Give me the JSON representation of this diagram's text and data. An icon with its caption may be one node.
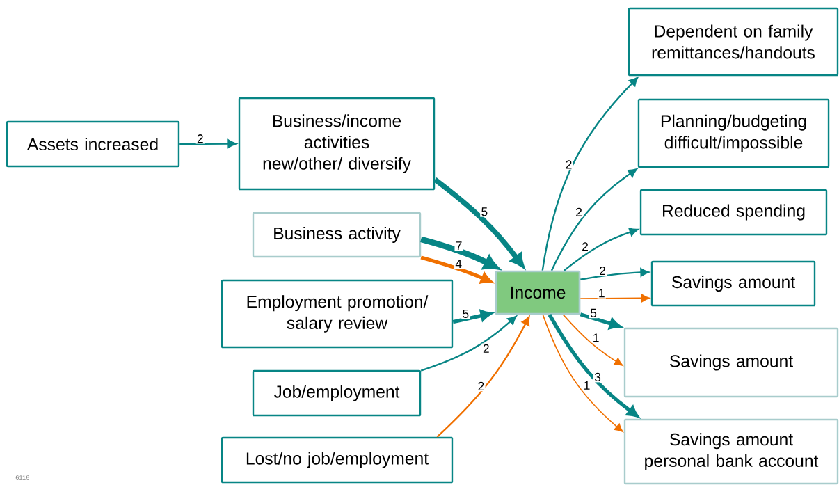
{
  "diagram": {
    "nodes": [
      {
        "text": [
          "Assets increased"
        ]
      },
      {
        "text": [
          "Business/income activities new/other/ diversify"
        ]
      },
      {
        "text": [
          "Business activity"
        ]
      },
      {
        "text": [
          "Employment promotion/ salary review"
        ]
      },
      {
        "text": [
          "Job/employment"
        ]
      },
      {
        "text": [
          "Lost/no job/employment"
        ]
      },
      {
        "text": [
          "Income"
        ]
      },
      {
        "text": [
          "Dependent on family remittances/handouts"
        ]
      },
      {
        "text": [
          "Planning/budgeting difficult/impossible"
        ]
      },
      {
        "text": [
          "Reduced spending"
        ]
      },
      {
        "text": [
          "Savings amount"
        ]
      },
      {
        "text": [
          "Savings amount"
        ]
      },
      {
        "text": [
          "Savings amount personal bank account"
        ]
      }
    ],
    "edges": [
      {
        "from": 0,
        "to": 1,
        "arrow": "to",
        "label": "2"
      },
      {
        "from": 1,
        "to": 6,
        "arrow": "to",
        "label": "5",
        "style": "thick"
      },
      {
        "from": 2,
        "to": 6,
        "arrow": "to",
        "label": "7",
        "style": "thick"
      },
      {
        "from": 2,
        "to": 6,
        "arrow": "to",
        "label": "4",
        "style": "thick",
        "color": "#f07000"
      },
      {
        "from": 3,
        "to": 6,
        "arrow": "to",
        "label": "5",
        "style": "thick"
      },
      {
        "from": 4,
        "to": 6,
        "arrow": "to",
        "label": "2"
      },
      {
        "from": 5,
        "to": 6,
        "arrow": "to",
        "label": "2",
        "color": "#f07000"
      },
      {
        "from": 6,
        "to": 7,
        "arrow": "to",
        "label": "2"
      },
      {
        "from": 6,
        "to": 8,
        "arrow": "to",
        "label": "2"
      },
      {
        "from": 6,
        "to": 9,
        "arrow": "to",
        "label": "2"
      },
      {
        "from": 6,
        "to": 10,
        "arrow": "to",
        "label": "2"
      },
      {
        "from": 6,
        "to": 10,
        "arrow": "to",
        "label": "1",
        "color": "#f07000"
      },
      {
        "from": 6,
        "to": 11,
        "arrow": "to",
        "label": "5",
        "style": "thick"
      },
      {
        "from": 6,
        "to": 11,
        "arrow": "to",
        "label": "1",
        "color": "#f07000"
      },
      {
        "from": 6,
        "to": 12,
        "arrow": "to",
        "label": "3",
        "style": "thick"
      },
      {
        "from": 6,
        "to": 12,
        "arrow": "to",
        "label": "1",
        "color": "#f07000"
      }
    ],
    "labels": [
      "6116"
    ]
  }
}
